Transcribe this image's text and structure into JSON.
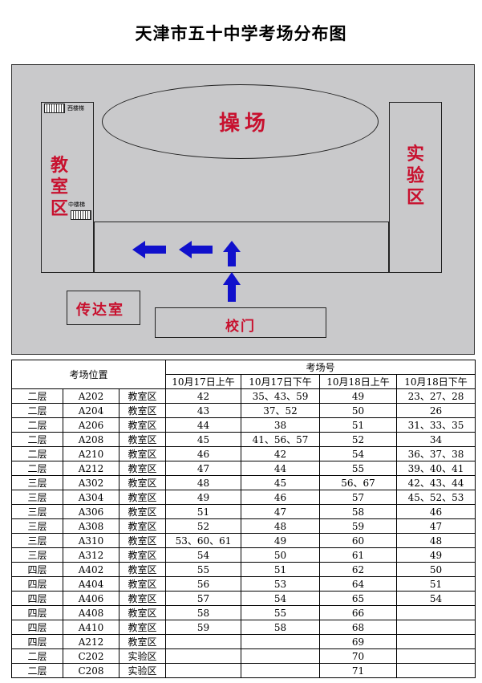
{
  "title": "天津市五十中学考场分布图",
  "map": {
    "playground": "操场",
    "classroom_area": [
      "教",
      "室",
      "区"
    ],
    "lab_area": [
      "实",
      "验",
      "区"
    ],
    "west_stairs": "西楼梯",
    "middle_stairs": "中楼梯",
    "guard_room": "传达室",
    "school_gate": "校门",
    "accent_red": "#c8102e",
    "arrow_blue": "#1010cc"
  },
  "table": {
    "header_location": "考场位置",
    "header_number": "考场号",
    "sessions": [
      "10月17日上午",
      "10月17日下午",
      "10月18日上午",
      "10月18日下午"
    ],
    "rows": [
      [
        "二层",
        "A202",
        "教室区",
        "42",
        "35、43、59",
        "49",
        "23、27、28"
      ],
      [
        "二层",
        "A204",
        "教室区",
        "43",
        "37、52",
        "50",
        "26"
      ],
      [
        "二层",
        "A206",
        "教室区",
        "44",
        "38",
        "51",
        "31、33、35"
      ],
      [
        "二层",
        "A208",
        "教室区",
        "45",
        "41、56、57",
        "52",
        "34"
      ],
      [
        "二层",
        "A210",
        "教室区",
        "46",
        "42",
        "54",
        "36、37、38"
      ],
      [
        "二层",
        "A212",
        "教室区",
        "47",
        "44",
        "55",
        "39、40、41"
      ],
      [
        "三层",
        "A302",
        "教室区",
        "48",
        "45",
        "56、67",
        "42、43、44"
      ],
      [
        "三层",
        "A304",
        "教室区",
        "49",
        "46",
        "57",
        "45、52、53"
      ],
      [
        "三层",
        "A306",
        "教室区",
        "51",
        "47",
        "58",
        "46"
      ],
      [
        "三层",
        "A308",
        "教室区",
        "52",
        "48",
        "59",
        "47"
      ],
      [
        "三层",
        "A310",
        "教室区",
        "53、60、61",
        "49",
        "60",
        "48"
      ],
      [
        "三层",
        "A312",
        "教室区",
        "54",
        "50",
        "61",
        "49"
      ],
      [
        "四层",
        "A402",
        "教室区",
        "55",
        "51",
        "62",
        "50"
      ],
      [
        "四层",
        "A404",
        "教室区",
        "56",
        "53",
        "64",
        "51"
      ],
      [
        "四层",
        "A406",
        "教室区",
        "57",
        "54",
        "65",
        "54"
      ],
      [
        "四层",
        "A408",
        "教室区",
        "58",
        "55",
        "66",
        ""
      ],
      [
        "四层",
        "A410",
        "教室区",
        "59",
        "58",
        "68",
        ""
      ],
      [
        "四层",
        "A212",
        "教室区",
        "",
        "",
        "69",
        ""
      ],
      [
        "二层",
        "C202",
        "实验区",
        "",
        "",
        "70",
        ""
      ],
      [
        "二层",
        "C208",
        "实验区",
        "",
        "",
        "71",
        ""
      ]
    ]
  }
}
